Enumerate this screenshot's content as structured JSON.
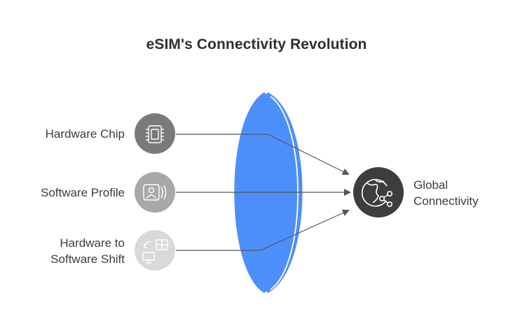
{
  "title": "eSIM's Connectivity Revolution",
  "inputs": [
    {
      "label_lines": [
        "Hardware Chip"
      ],
      "icon": "chip-icon",
      "circle_color": "#7a7a7a"
    },
    {
      "label_lines": [
        "Software Profile"
      ],
      "icon": "profile-card-icon",
      "circle_color": "#a8a8a8"
    },
    {
      "label_lines": [
        "Hardware to",
        "Software Shift"
      ],
      "icon": "transfer-devices-icon",
      "circle_color": "#d9d9d9"
    }
  ],
  "output": {
    "label_lines": [
      "Global",
      "Connectivity"
    ],
    "icon": "globe-network-icon",
    "circle_color": "#3d3d3d"
  },
  "lens_color": "#4d8ffa",
  "arrow_color": "#555555"
}
